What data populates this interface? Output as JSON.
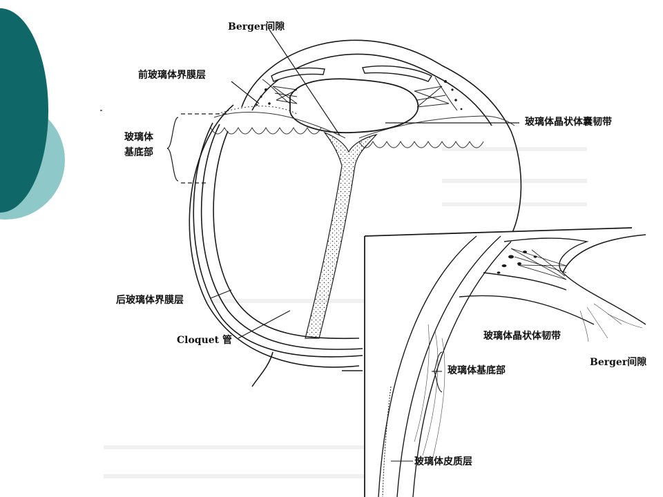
{
  "slide": {
    "accent_dark": "#0f6767",
    "accent_light": "#8fc8c8",
    "line_color": "#1a1a1a"
  },
  "labels": {
    "berger_top": "Berger间隙",
    "anterior_hyaloid": "前玻璃体界膜层",
    "vitreous_base_1": "玻璃体",
    "vitreous_base_2": "基底部",
    "hyaloideocapsular_lig": "玻璃体晶状体囊韧带",
    "posterior_hyaloid": "后玻璃体界膜层",
    "cloquet": "Cloquet 管"
  },
  "inset_labels": {
    "lens_ligament": "玻璃体晶状体韧带",
    "berger": "Berger间隙",
    "vitreous_base": "玻璃体基底部",
    "vitreous_cortex": "玻璃体皮质层"
  }
}
